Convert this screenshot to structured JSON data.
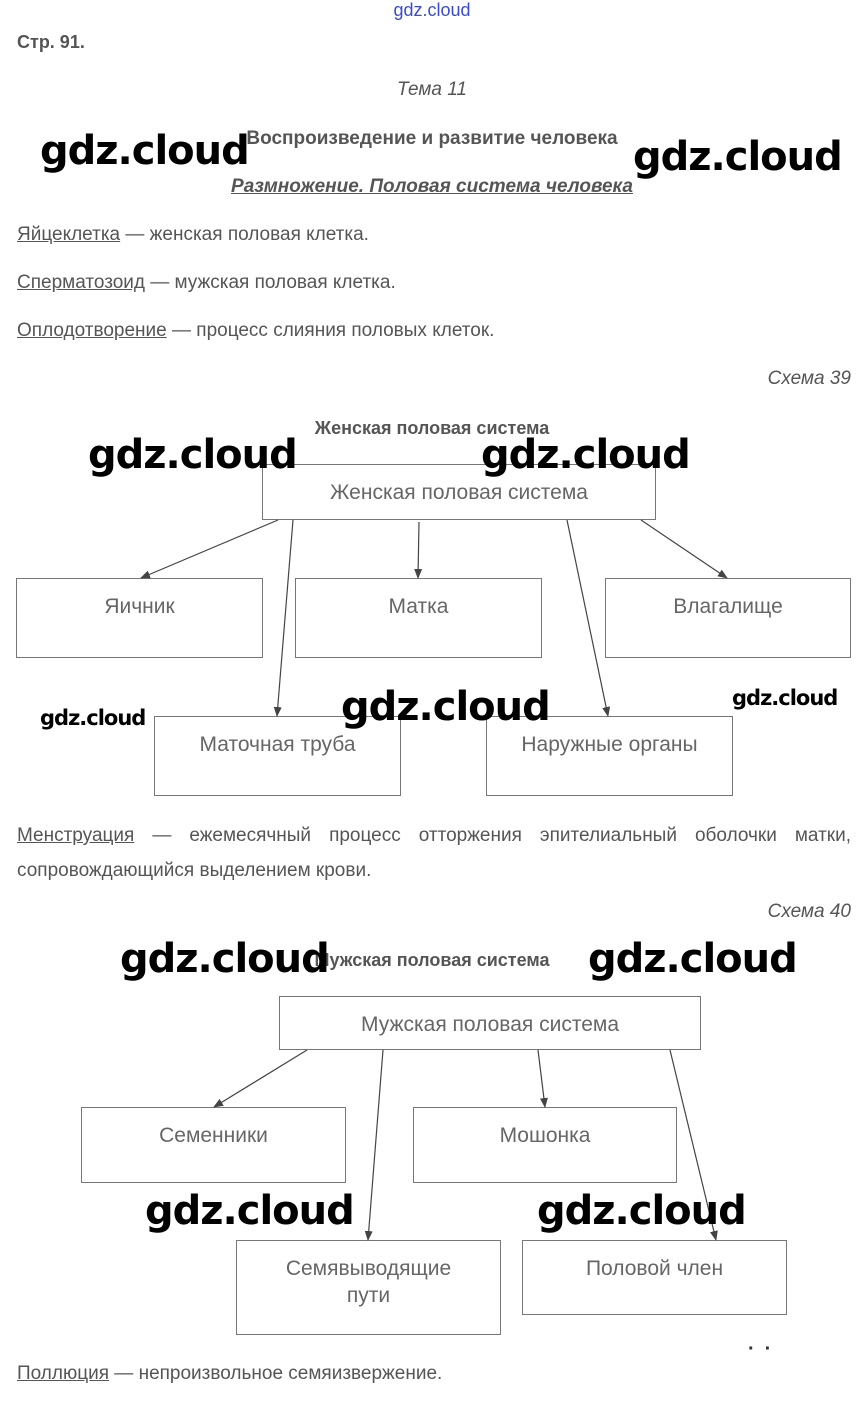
{
  "header": {
    "site": "gdz.cloud",
    "page": "Стр. 91."
  },
  "topic": "Тема 11",
  "title": "Воспроизведение и развитие человека",
  "subtitle": "Размножение. Половая система человека",
  "definitions": [
    {
      "term": "Яйцеклетка",
      "text": " — женская половая клетка."
    },
    {
      "term": "Сперматозоид",
      "text": " — мужская половая клетка."
    },
    {
      "term": "Оплодотворение",
      "text": " — процесс слияния половых клеток."
    },
    {
      "term": "Менструация",
      "text": " — ежемесячный процесс отторжения эпителиальный оболочки матки, сопровождающийся выделением крови."
    },
    {
      "term": "Поллюция",
      "text": " — непроизвольное семяизвержение."
    }
  ],
  "scheme39": {
    "number": "Схема 39",
    "title": "Женская половая система",
    "root": "Женская половая система",
    "nodes": [
      "Яичник",
      "Матка",
      "Влагалище",
      "Маточная труба",
      "Наружные органы"
    ]
  },
  "scheme40": {
    "number": "Схема 40",
    "title": "Мужская половая система",
    "root": "Мужская половая система",
    "nodes": [
      "Семенники",
      "Мошонка",
      "Семявыводящие пути",
      "Половой член"
    ]
  },
  "watermark": "gdz.cloud",
  "colors": {
    "text": "#555555",
    "box_text": "#666666",
    "box_border": "#777777",
    "header_link": "#3b4bd1",
    "watermark": "#000000"
  }
}
